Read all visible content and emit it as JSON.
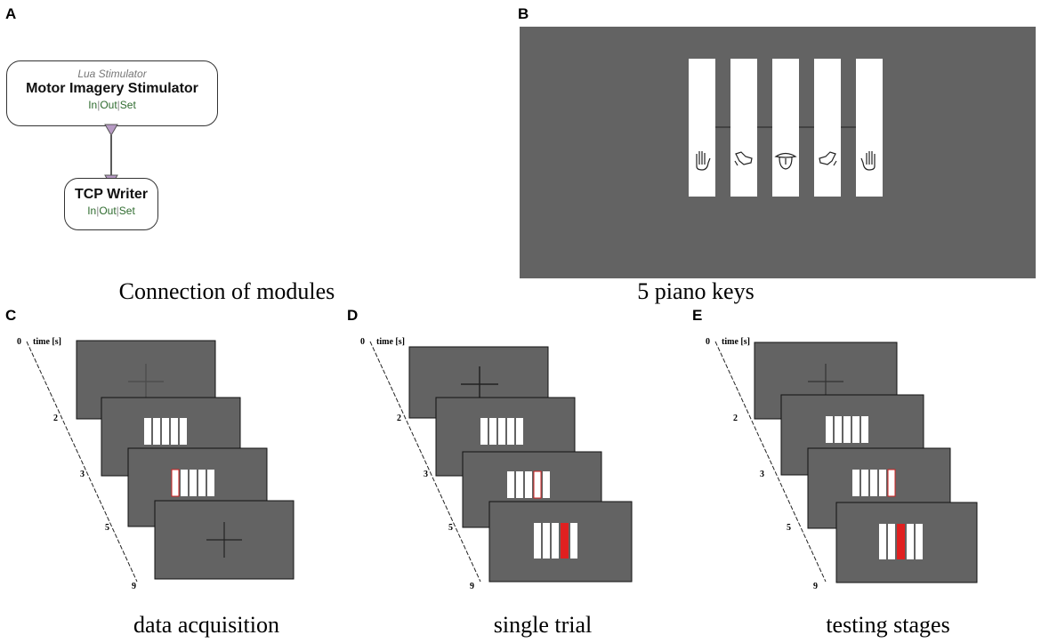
{
  "panels": {
    "a": {
      "label": "A",
      "caption": "Connection of modules"
    },
    "b": {
      "label": "B",
      "caption": "5 piano keys"
    },
    "c": {
      "label": "C",
      "caption": "data acquisition"
    },
    "d": {
      "label": "D",
      "caption": "single trial"
    },
    "e": {
      "label": "E",
      "caption": "testing stages"
    }
  },
  "modules": {
    "stimulator": {
      "type": "Lua Stimulator",
      "name": "Motor Imagery Stimulator",
      "in": "In",
      "out": "Out",
      "set": "Set"
    },
    "writer": {
      "name": "TCP Writer",
      "in": "In",
      "out": "Out",
      "set": "Set"
    }
  },
  "keys": [
    {
      "icon": "left-hand-icon"
    },
    {
      "icon": "left-foot-icon"
    },
    {
      "icon": "tongue-icon"
    },
    {
      "icon": "right-foot-icon"
    },
    {
      "icon": "right-hand-icon"
    }
  ],
  "timeline": {
    "axis_label": "time [s]",
    "ticks": [
      "0",
      "2",
      "3",
      "5",
      "9"
    ]
  },
  "colors": {
    "screen": "#636363",
    "key": "#ffffff",
    "cue": "#e02020",
    "port": "#2e6b2e"
  }
}
